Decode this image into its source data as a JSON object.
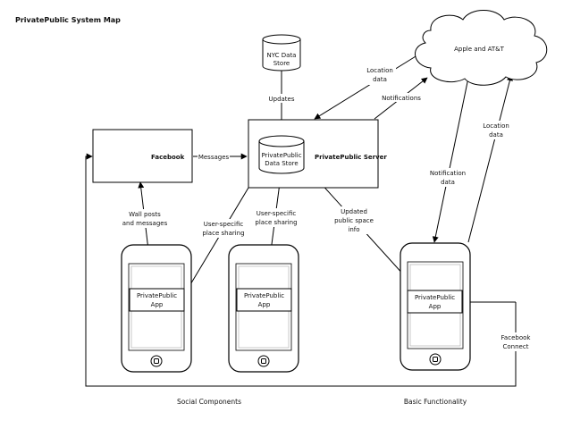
{
  "title": "PrivatePublic System Map",
  "nodes": {
    "nyc_store": [
      "NYC Data",
      "Store"
    ],
    "server": "PrivatePublic Server",
    "server_store": [
      "PrivatePublic",
      "Data Store"
    ],
    "facebook": "Facebook",
    "cloud": "Apple and AT&T",
    "app": [
      "PrivatePublic",
      "App"
    ]
  },
  "edges": {
    "updates": [
      "Updates"
    ],
    "messages": [
      "Messages"
    ],
    "location_data_in": [
      "Location",
      "data"
    ],
    "notifications": [
      "Notifications"
    ],
    "wall_posts": [
      "Wall posts",
      "and messages"
    ],
    "user_sharing_1": [
      "User-specific",
      "place sharing"
    ],
    "user_sharing_2": [
      "User-specific",
      "place sharing"
    ],
    "updated_public": [
      "Updated",
      "public space",
      "info"
    ],
    "notification_data": [
      "Notification",
      "data"
    ],
    "location_data_out": [
      "Location",
      "data"
    ],
    "facebook_connect": [
      "Facebook",
      "Connect"
    ]
  },
  "footer": {
    "social": "Social Components",
    "basic": "Basic Functionality"
  }
}
